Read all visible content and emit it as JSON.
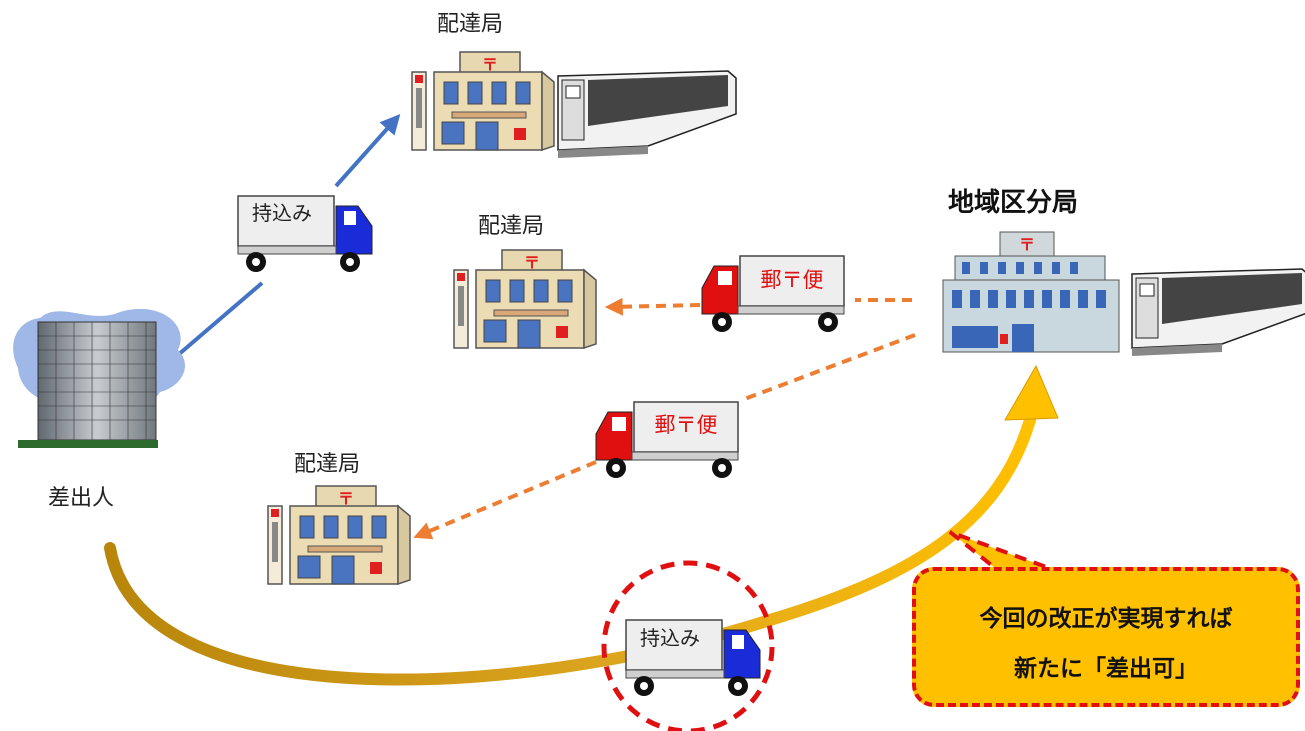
{
  "labels": {
    "delivery_office_top": "配達局",
    "delivery_office_mid": "配達局",
    "delivery_office_bottom": "配達局",
    "regional_sorting_office": "地域区分局",
    "sender": "差出人"
  },
  "trucks": {
    "carry_in_top": "持込み",
    "carry_in_bottom": "持込み",
    "mail_truck_upper": "郵〒便",
    "mail_truck_lower": "郵〒便"
  },
  "callout": {
    "line1": "今回の改正が実現すれば",
    "line2": "新たに「差出可」"
  },
  "post_office_mark": "〒",
  "colors": {
    "blue_arrow": "#4472c4",
    "orange_dashed_arrow": "#ed7d31",
    "gold_curve": "#c89100",
    "callout_fill": "#ffc000",
    "callout_border": "#e01010",
    "truck_blue_cab": "#1a2bd8",
    "truck_red_cab": "#e01010"
  }
}
